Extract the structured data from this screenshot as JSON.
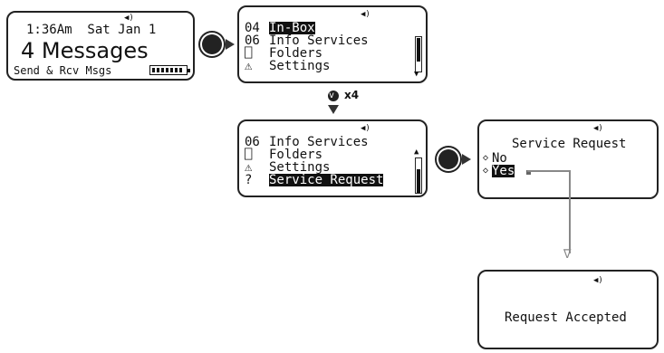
{
  "screen1": {
    "time": "1:36Am  Sat Jan 1",
    "big": "4 Messages",
    "bottom": "Send & Rcv Msgs"
  },
  "screen2": {
    "rows": [
      {
        "num": "04",
        "label": "In-Box"
      },
      {
        "num": "06",
        "label": "Info Services"
      },
      {
        "num": "",
        "label": "Folders"
      },
      {
        "num": "",
        "label": "Settings"
      }
    ]
  },
  "repeat_label": "x4",
  "screen3": {
    "rows": [
      {
        "num": "06",
        "label": "Info Services"
      },
      {
        "num": "",
        "label": "Folders"
      },
      {
        "num": "",
        "label": "Settings"
      },
      {
        "num": "",
        "label": "Service Request"
      }
    ]
  },
  "screen4": {
    "title": "Service Request",
    "opt_no": "No",
    "opt_yes": "Yes"
  },
  "screen5": {
    "message": "Request Accepted"
  },
  "icons": [
    "speaker-icon",
    "battery-icon",
    "folder-icon",
    "settings-icon",
    "question-icon",
    "select-button-icon",
    "scroll-down-icon"
  ]
}
